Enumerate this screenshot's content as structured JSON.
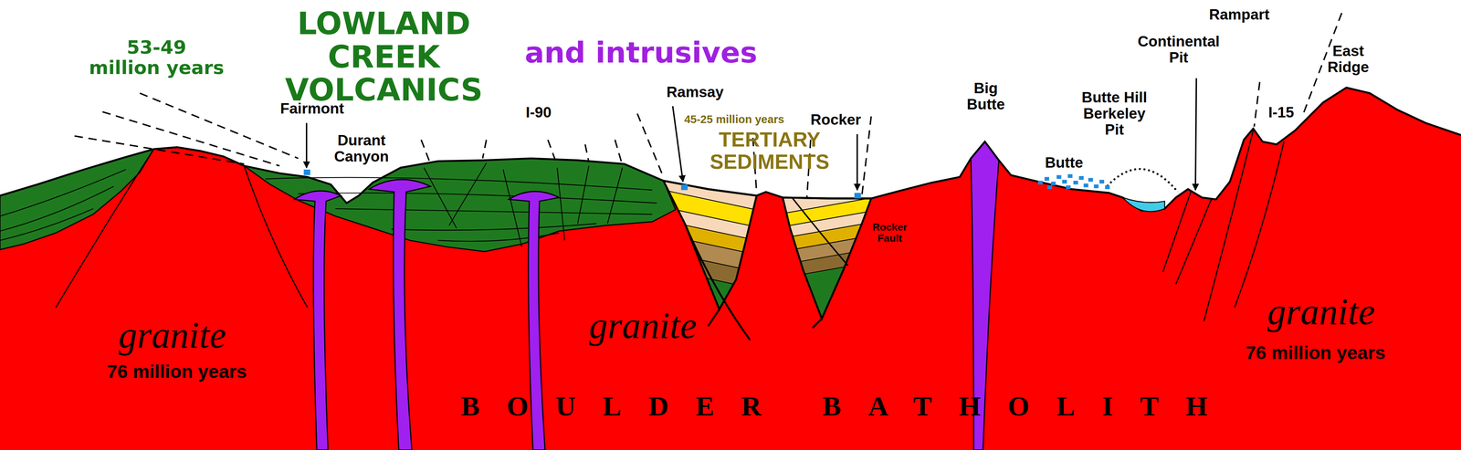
{
  "diagram": {
    "title": "LOWLAND CREEK VOLCANICS",
    "labels": [
      "and intrusives",
      "53-49 million years",
      "Fairmont",
      "Durant Canyon",
      "I-90",
      "Ramsay",
      "45-25 million years",
      "TERTIARY SEDIMENTS",
      "Rocker",
      "Rocker Fault",
      "Big Butte",
      "Butte",
      "Butte Hill Berkeley Pit",
      "Continental Pit",
      "Rampart",
      "East Ridge",
      "I-15",
      "granite",
      "76 million years",
      "granite",
      "granite",
      "76 million years",
      "BOULDER BATHOLITH"
    ]
  }
}
